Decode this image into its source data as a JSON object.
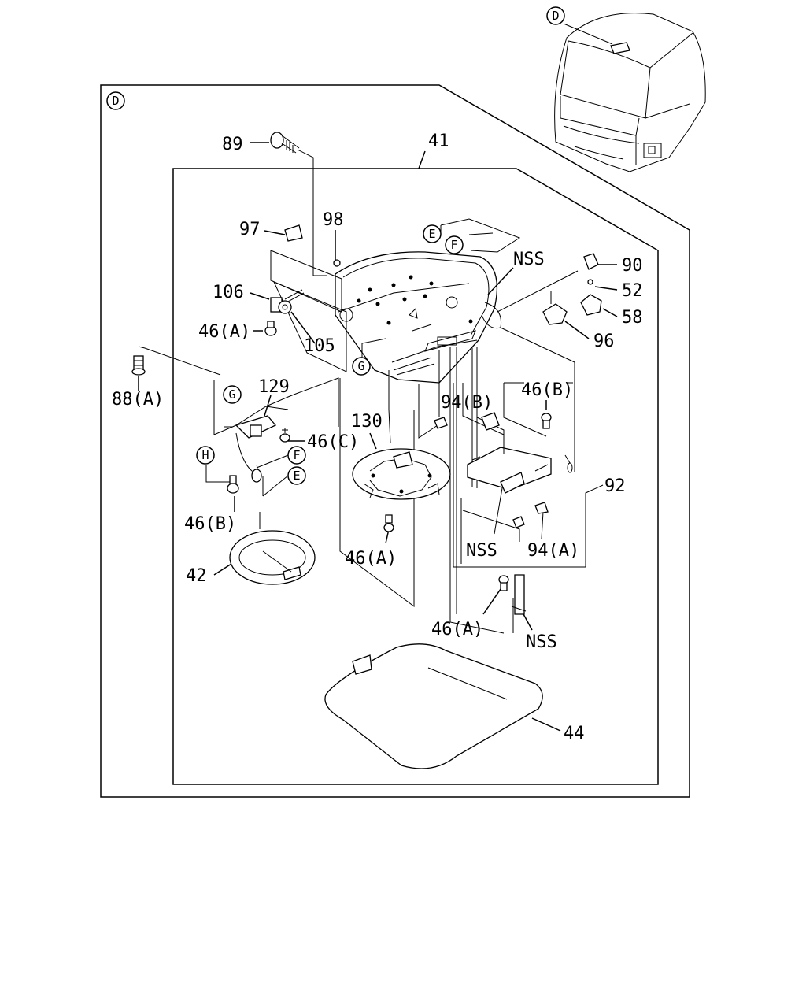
{
  "callouts": {
    "D": "D",
    "E": "E",
    "F": "F",
    "G": "G",
    "H": "H"
  },
  "labels": {
    "p41": "41",
    "p89": "89",
    "p97": "97",
    "p98": "98",
    "p106": "106",
    "p46A_top": "46(A)",
    "p105": "105",
    "p88A": "88(A)",
    "p129": "129",
    "p46C": "46(C)",
    "p46B_left": "46(B)",
    "p42": "42",
    "p130": "130",
    "p46A_mid": "46(A)",
    "p94B": "94(B)",
    "p46B_right": "46(B)",
    "p92": "92",
    "nss_mid": "NSS",
    "p94A": "94(A)",
    "p46A_low": "46(A)",
    "nss_low": "NSS",
    "nss_top": "NSS",
    "p90": "90",
    "p52": "52",
    "p58": "58",
    "p96": "96",
    "p44": "44"
  },
  "colors": {
    "line": "#000000",
    "background": "#ffffff"
  }
}
